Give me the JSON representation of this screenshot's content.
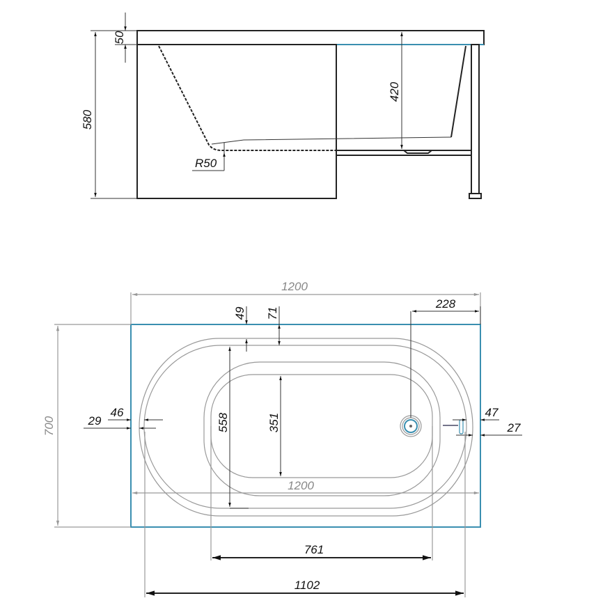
{
  "side_view": {
    "dim_rim": "50",
    "dim_height": "580",
    "dim_depth": "420",
    "dim_radius": "R50"
  },
  "top_view": {
    "dim_width_top": "1200",
    "dim_width_mid": "1200",
    "dim_height": "700",
    "dim_rim_top_outer": "49",
    "dim_rim_top_inner": "71",
    "dim_drain_offset": "228",
    "dim_left_outer": "29",
    "dim_left_inner": "46",
    "dim_right_inner": "47",
    "dim_right_outer": "27",
    "dim_bowl_height": "558",
    "dim_floor_height": "351",
    "dim_floor_length": "761",
    "dim_bowl_length": "1102"
  },
  "colors": {
    "rim_edge": "#3a8fb0"
  }
}
